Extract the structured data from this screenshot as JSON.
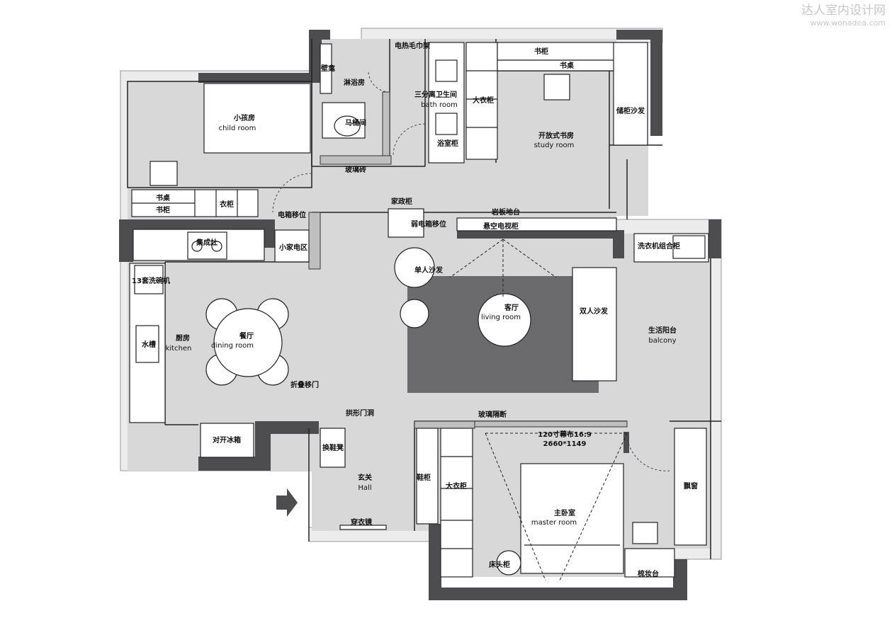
{
  "watermark": {
    "title": "达人室内设计网",
    "url": "www.wonadea.com"
  },
  "rooms": {
    "child_room": {
      "cn": "小孩房",
      "en": "child room"
    },
    "bath_room": {
      "cn": "三分离卫生间",
      "en": "bath room"
    },
    "study_room": {
      "cn": "开放式书房",
      "en": "study room"
    },
    "living_room": {
      "cn": "客厅",
      "en": "living room"
    },
    "dining_room": {
      "cn": "餐厅",
      "en": "dining room"
    },
    "kitchen": {
      "cn": "厨房",
      "en": "kitchen"
    },
    "balcony": {
      "cn": "生活阳台",
      "en": "balcony"
    },
    "hall": {
      "cn": "玄关",
      "en": "Hall"
    },
    "master_room": {
      "cn": "主卧室",
      "en": "master room"
    }
  },
  "labels": {
    "wall_cabinet": "壁龛",
    "towel_rack": "电热毛巾架",
    "shower": "淋浴房",
    "toilet": "马桶间",
    "glass_brick": "玻璃砖",
    "bathroom_cabinet": "浴室柜",
    "wardrobe_study": "大衣柜",
    "bookshelf_study": "书柜",
    "desk_study": "书桌",
    "sofa_bed": "储柜沙发",
    "desk_child": "书桌",
    "bookshelf_child": "书柜",
    "wardrobe_child": "衣柜",
    "fridge_move": "电箱移位",
    "appliance_area": "小家电区",
    "stove": "集成灶",
    "dishwasher": "13套洗碗机",
    "sink": "水槽",
    "double_fridge": "对开冰箱",
    "folding_door": "折叠移门",
    "arch_opening": "拱形门洞",
    "shoe_bench": "换鞋凳",
    "mirror": "穿衣镜",
    "home_cabinet": "家政柜",
    "weak_box": "弱电箱移位",
    "stone_platform": "岩板地台",
    "tv_cabinet": "悬空电视柜",
    "armchair": "单人沙发",
    "double_sofa": "双人沙发",
    "washer_cabinet": "洗衣机组合柜",
    "glass_partition": "玻璃隔断",
    "screen_size": "120寸幕布16:9",
    "screen_dim": "2660*1149",
    "shoe_cabinet": "鞋柜",
    "wardrobe_master": "大衣柜",
    "bedside_table": "床头柜",
    "dresser": "梳妆台",
    "bay_window": "飘窗"
  },
  "colors": {
    "wall": "#4d4d50",
    "floor": "#d8d8d8",
    "rug": "#6b6b6e",
    "furniture": "#ffffff",
    "outline": "#222222",
    "balcony_floor": "#ececec"
  }
}
